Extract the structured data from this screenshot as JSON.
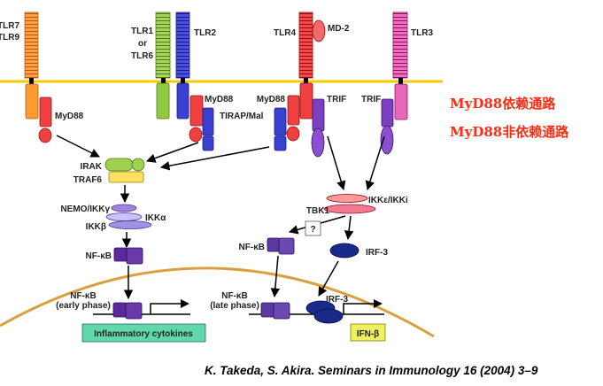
{
  "receptors": {
    "tlr7": "TLR7",
    "tlr9": "TLR9",
    "tlr1": "TLR1",
    "or": "or",
    "tlr6": "TLR6",
    "tlr2": "TLR2",
    "tlr4": "TLR4",
    "md2": "MD-2",
    "tlr3": "TLR3"
  },
  "adaptors": {
    "myd88_a": "MyD88",
    "myd88_b": "MyD88",
    "tirap": "TIRAP/Mal",
    "myd88_c": "MyD88",
    "trif_a": "TRIF",
    "trif_b": "TRIF"
  },
  "legend": {
    "dependent": "MyD88依赖通路",
    "independent": "MyD88非依赖通路"
  },
  "left_pathway": {
    "irak": "IRAK",
    "traf6": "TRAF6",
    "nemo": "NEMO/IKKγ",
    "ikka": "IKKα",
    "ikkb": "IKKβ",
    "nfkb": "NF-κB",
    "nfkb_nuc": "NF-κB",
    "early_phase": "(early phase)",
    "output": "Inflammatory cytokines"
  },
  "right_pathway": {
    "ikke": "IKKε/IKKi",
    "tbk1": "TBK1",
    "question": "?",
    "nfkb": "NF-κB",
    "irf3": "IRF-3",
    "nfkb_nuc": "NF-κB",
    "late_phase": "(late phase)",
    "irf3_nuc": "IRF-3",
    "output": "IFN-β"
  },
  "citation": "K. Takeda, S. Akira. Seminars in Immunology 16 (2004) 3–9",
  "colors": {
    "membrane": "#f5c800",
    "nucleus": "#d9a040",
    "legend_text": "#ff2a10",
    "cytokine_box": "#5fd9ac",
    "ifn_box": "#f0f060"
  }
}
